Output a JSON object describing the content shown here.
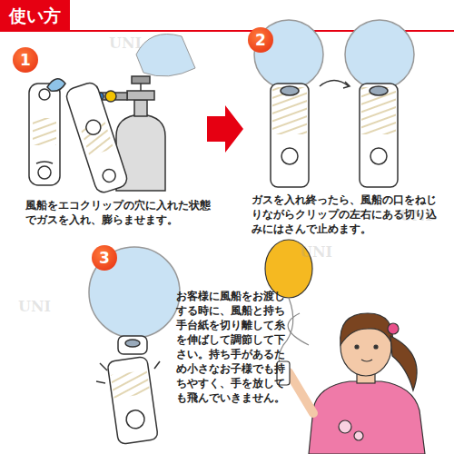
{
  "diagram": {
    "title": "使い方",
    "labels": [
      "1",
      "2",
      "3",
      "風船をエコクリップの穴に入れた状態でガスを入れ、膨らませます。",
      "ガスを入れ終ったら、風船の口をねじりながらクリップの左右にある切り込みにはさんで止めます。",
      "お客様に風船をお渡しする時に、風船と持ち手台紙を切り離して糸を伸ばして調節して下さい。持ち手があるため小さなお子様でも持ちやすく、手を放しても飛んでいきません。",
      "UNI",
      "UNI",
      "UNI",
      "UNI"
    ]
  }
}
